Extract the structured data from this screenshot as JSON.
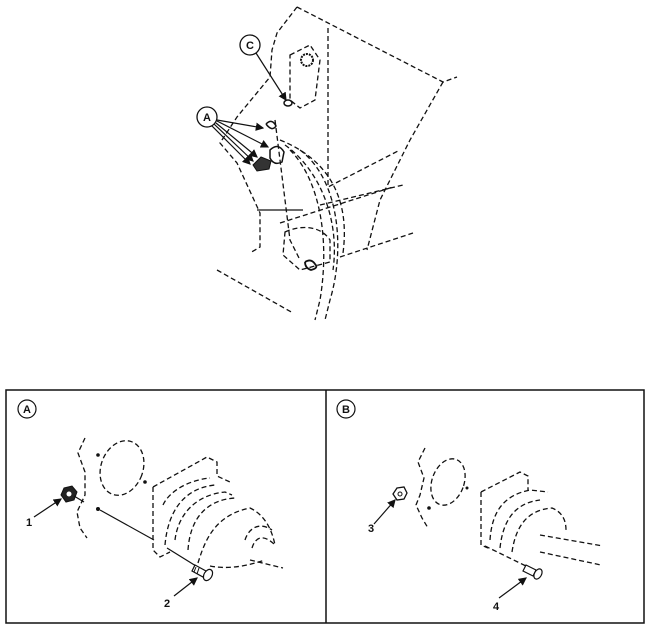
{
  "overview": {
    "callouts": [
      "C",
      "A"
    ]
  },
  "detail_panels": [
    {
      "label": "A",
      "items": [
        "1",
        "2"
      ]
    },
    {
      "label": "B",
      "items": [
        "3",
        "4"
      ]
    }
  ]
}
